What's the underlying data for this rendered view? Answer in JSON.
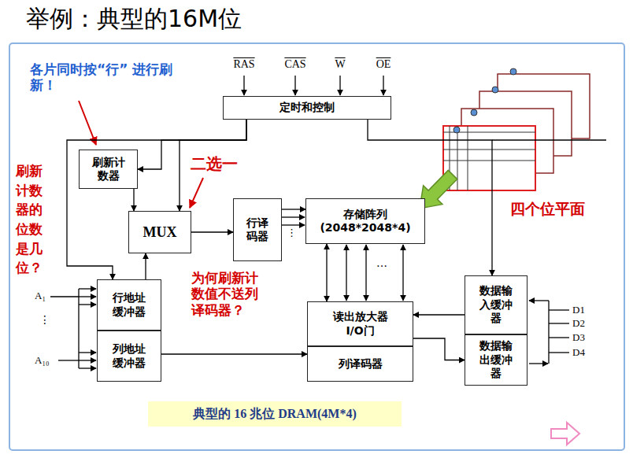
{
  "diagram": {
    "title": "举例：典型的16M位",
    "nodes": [
      {
        "text": [
          "定时和控制"
        ]
      },
      {
        "text": [
          "刷新计数器"
        ]
      },
      {
        "text": [
          "MUX"
        ]
      },
      {
        "text": [
          "行译码器"
        ]
      },
      {
        "text": [
          "存储阵列",
          "(2048*2048*4)"
        ]
      },
      {
        "text": [
          "行地址缓冲器"
        ]
      },
      {
        "text": [
          "列地址缓冲器"
        ]
      },
      {
        "text": [
          "读出放大器 I/O门"
        ]
      },
      {
        "text": [
          "列译码器"
        ]
      },
      {
        "text": [
          "数据输入缓冲器"
        ]
      },
      {
        "text": [
          "数据输出缓冲器"
        ]
      },
      {
        "text": [
          "典型的 16 兆位 DRAM(4M*4)"
        ]
      }
    ],
    "edges": [
      {
        "from": 0,
        "to": 1,
        "arrow": "to"
      },
      {
        "from": 0,
        "to": 2,
        "arrow": "to"
      },
      {
        "from": 0,
        "to": 5,
        "arrow": "to"
      },
      {
        "from": 0,
        "to": 9,
        "arrow": "to"
      },
      {
        "from": 1,
        "to": 2,
        "arrow": "to"
      },
      {
        "from": 5,
        "to": 2,
        "arrow": "to"
      },
      {
        "from": 2,
        "to": 3,
        "arrow": "to"
      },
      {
        "from": 3,
        "to": 4,
        "arrow": "to"
      },
      {
        "from": 4,
        "to": 7,
        "arrow": "both"
      },
      {
        "from": 6,
        "to": 8,
        "arrow": "to"
      },
      {
        "from": 9,
        "to": 7,
        "arrow": "to"
      },
      {
        "from": 7,
        "to": 10,
        "arrow": "to"
      }
    ],
    "labels": [
      "RAS",
      "CAS",
      "W",
      "OE",
      "各片同时按“行” 进行刷新！",
      "刷新计数器的位数是几位？",
      "二选一",
      "四个位平面",
      "⋮",
      "…",
      "为何刷新计数值不送列译码器？",
      "A₁",
      "⋮",
      "A₁₀",
      "D1",
      "D2",
      "D3",
      "D4"
    ]
  }
}
